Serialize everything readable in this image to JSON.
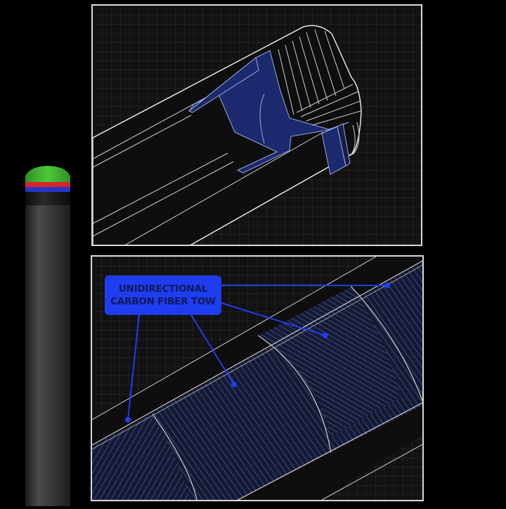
{
  "product": {
    "name": "carbon fiber cue shaft",
    "tip_layers": [
      {
        "name": "tip-cap",
        "color": "#3fb52c"
      },
      {
        "name": "layer-red",
        "color": "#d8242c"
      },
      {
        "name": "layer-blue",
        "color": "#2637c8"
      },
      {
        "name": "ferrule",
        "color": "#1a1a1a"
      }
    ],
    "shaft_color": "#3a3a3a"
  },
  "panels": {
    "top": {
      "description": "cutaway diagram of shaft tip and ferrule insert",
      "accent_color": "#1b2a6e"
    },
    "bottom": {
      "description": "cutaway diagram of carbon fiber layers",
      "callout": {
        "line1": "UNIDIRECTIONAL",
        "line2": "CARBON FIBER TOW",
        "bg_color": "#1f3df0",
        "text_color": "#0d1a55"
      },
      "leader_targets": 4
    }
  },
  "colors": {
    "background": "#000000",
    "grid_bg": "#121212",
    "grid_line": "#2e2e2e",
    "outline": "#e6e6e6",
    "navy": "#1b2a6e",
    "fiber_bg": "#141a36",
    "leader": "#1f3df0"
  }
}
